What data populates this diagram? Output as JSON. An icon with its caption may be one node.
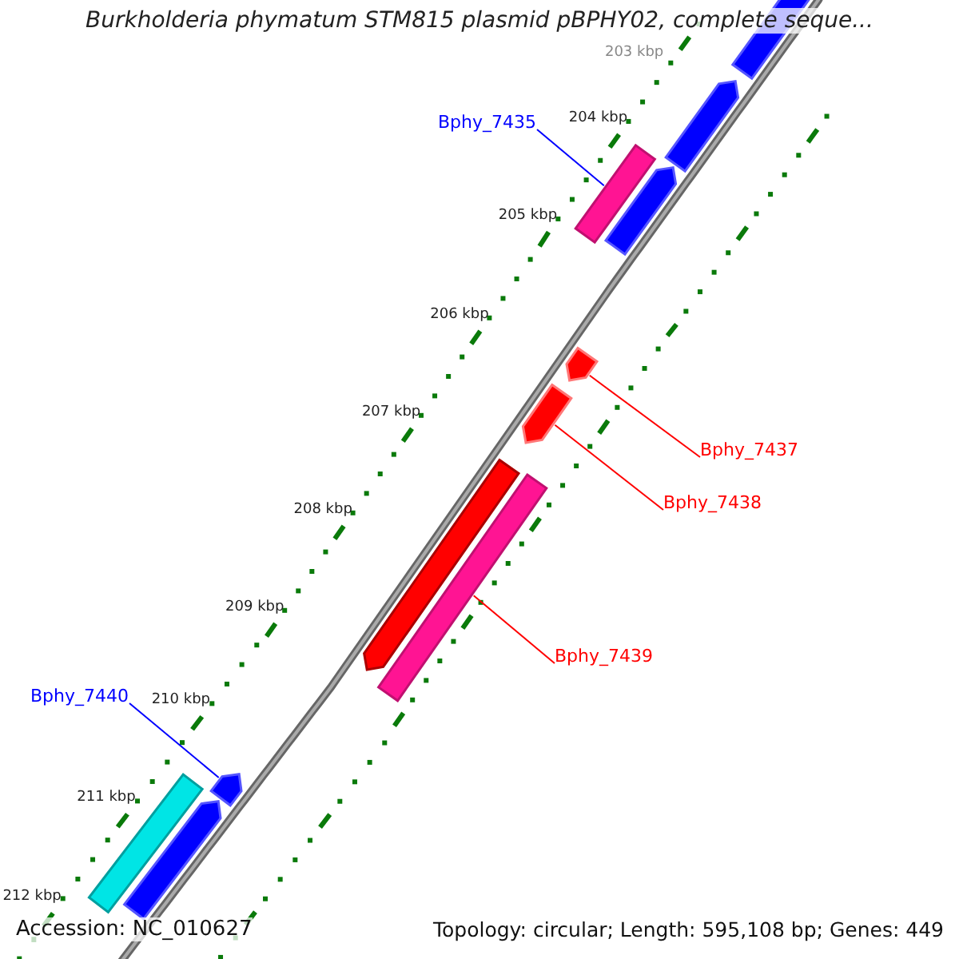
{
  "diagram": {
    "title": "Burkholderia phymatum STM815 plasmid pBPHY02, complete seque...",
    "nodes": [
      {
        "text": [
          "Bphy_7435"
        ]
      },
      {
        "text": [
          "Bphy_7437"
        ]
      },
      {
        "text": [
          "Bphy_7438"
        ]
      },
      {
        "text": [
          "Bphy_7439"
        ]
      },
      {
        "text": [
          "Bphy_7440"
        ]
      },
      {
        "text": [],
        "shape": "bar"
      },
      {
        "text": [],
        "shape": "bar"
      },
      {
        "text": [],
        "shape": "bar"
      },
      {
        "text": [],
        "shape": "bar"
      },
      {
        "text": [],
        "shape": "bar"
      },
      {
        "text": [],
        "shape": "bar"
      },
      {
        "text": [],
        "shape": "bar"
      },
      {
        "text": [],
        "shape": "bar"
      },
      {
        "text": [],
        "shape": "bar"
      },
      {
        "text": [],
        "shape": "bar"
      },
      {
        "text": [],
        "shape": "bar"
      }
    ],
    "edges": [
      {
        "from": 0,
        "to": 7,
        "arrow": "none",
        "color": "#0000ff"
      },
      {
        "from": 1,
        "to": 9,
        "arrow": "none"
      },
      {
        "from": 2,
        "to": 10,
        "arrow": "none"
      },
      {
        "from": 3,
        "to": 12,
        "arrow": "none"
      },
      {
        "from": 4,
        "to": 13,
        "arrow": "none",
        "color": "#0000ff"
      }
    ],
    "labels": [
      "203 kbp",
      "204 kbp",
      "205 kbp",
      "206 kbp",
      "207 kbp",
      "208 kbp",
      "209 kbp",
      "210 kbp",
      "211 kbp",
      "212 kbp",
      "Accession: NC_010627",
      "Topology: circular; Length: 595,108 bp; Genes: 449"
    ]
  }
}
